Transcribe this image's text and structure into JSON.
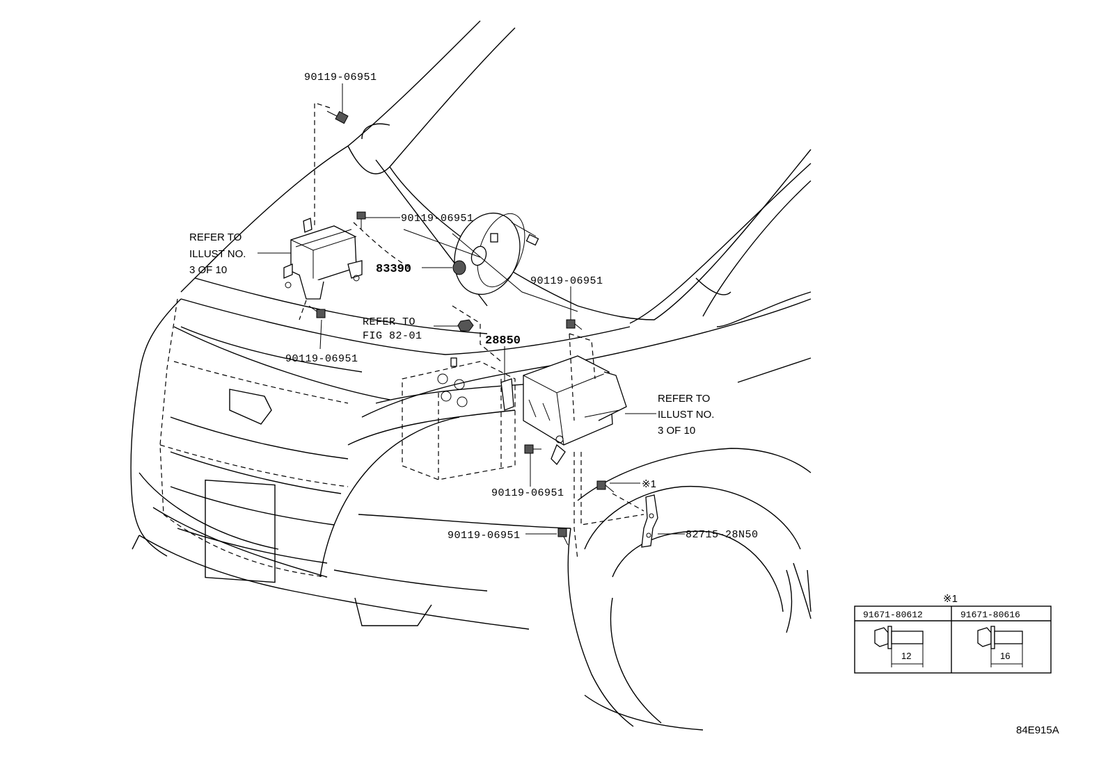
{
  "diagram": {
    "labels": {
      "bolt_top": "90119-06951",
      "bolt_mid_upper": "90119-06951",
      "bolt_right_upper": "90119-06951",
      "bolt_left_lower": "90119-06951",
      "bolt_center_lower": "90119-06951",
      "bolt_bottom": "90119-06951",
      "grommet": "83390",
      "relay_block": "28850",
      "bracket": "82715-28N50",
      "note_mark": "※1"
    },
    "references": {
      "left_block_line1": "REFER TO",
      "left_block_line2": "ILLUST NO.",
      "left_block_line3": "3 OF 10",
      "right_block_line1": "REFER TO",
      "right_block_line2": "ILLUST NO.",
      "right_block_line3": "3 OF 10",
      "fig_line1": "REFER TO",
      "fig_line2": "FIG 82-01"
    },
    "bolt_table": {
      "title": "※1",
      "columns": [
        {
          "part_number": "91671-80612",
          "length": "12"
        },
        {
          "part_number": "91671-80616",
          "length": "16"
        }
      ]
    },
    "illustration_code": "84E915A"
  }
}
